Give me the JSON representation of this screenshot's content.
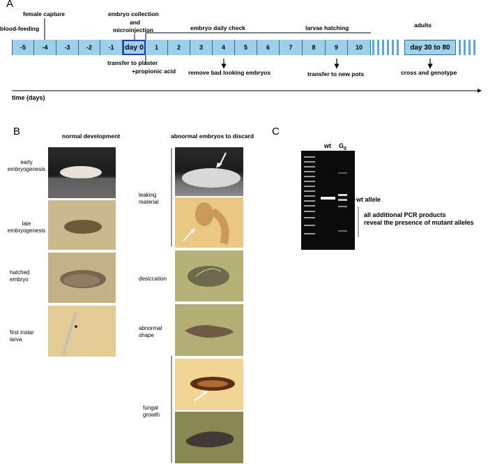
{
  "panelA": {
    "letter": "A",
    "timeline_days": [
      "-5",
      "-4",
      "-3",
      "-2",
      "-1",
      "day 0",
      "1",
      "2",
      "3",
      "4",
      "5",
      "6",
      "7",
      "8",
      "9",
      "10"
    ],
    "adult_box": "day 30 to 80",
    "above": {
      "blood_feeding": "blood-feeding",
      "female_capture": "female capture",
      "embryo_collection": "embryo collection",
      "and": "and",
      "microinjection": "microinjection",
      "embryo_check": "embryo daily check",
      "larvae_hatching": "larvae hatching",
      "adults": "adults"
    },
    "below": {
      "transfer_plaster": "transfer to plaster",
      "propionic": "+propionic acid",
      "remove_bad": "remove bad looking embryos",
      "transfer_pots": "transfer to new pots",
      "cross_genotype": "cross and genotype"
    },
    "time_axis": "time (days)"
  },
  "panelB": {
    "letter": "B",
    "normal_title": "normal development",
    "abnormal_title": "abnormal embryos to discard",
    "normal_labels": [
      [
        "early",
        "embryogenesis"
      ],
      [
        "late",
        "embryogenesis"
      ],
      [
        "hatched",
        "embryo"
      ],
      [
        "first instar",
        "larva"
      ]
    ],
    "abnormal_labels": {
      "leaking": [
        "leaking",
        "material"
      ],
      "desiccation": "desiccation",
      "abnormal": [
        "abnormal",
        "shape"
      ],
      "fungal": [
        "fungal",
        "growth"
      ]
    }
  },
  "panelC": {
    "letter": "C",
    "lane_wt": "wt",
    "lane_g0": "G",
    "lane_g0_sub": "0",
    "wt_allele": "wt allele",
    "mutant_note_1": "all additional PCR products",
    "mutant_note_2": "reveal the presence of mutant alleles"
  },
  "colors": {
    "timeline_fill": "#9fd0ea",
    "timeline_border": "#2a6f99",
    "day0_border": "#1f3f9a",
    "gel_background": "#0b0b0b"
  }
}
